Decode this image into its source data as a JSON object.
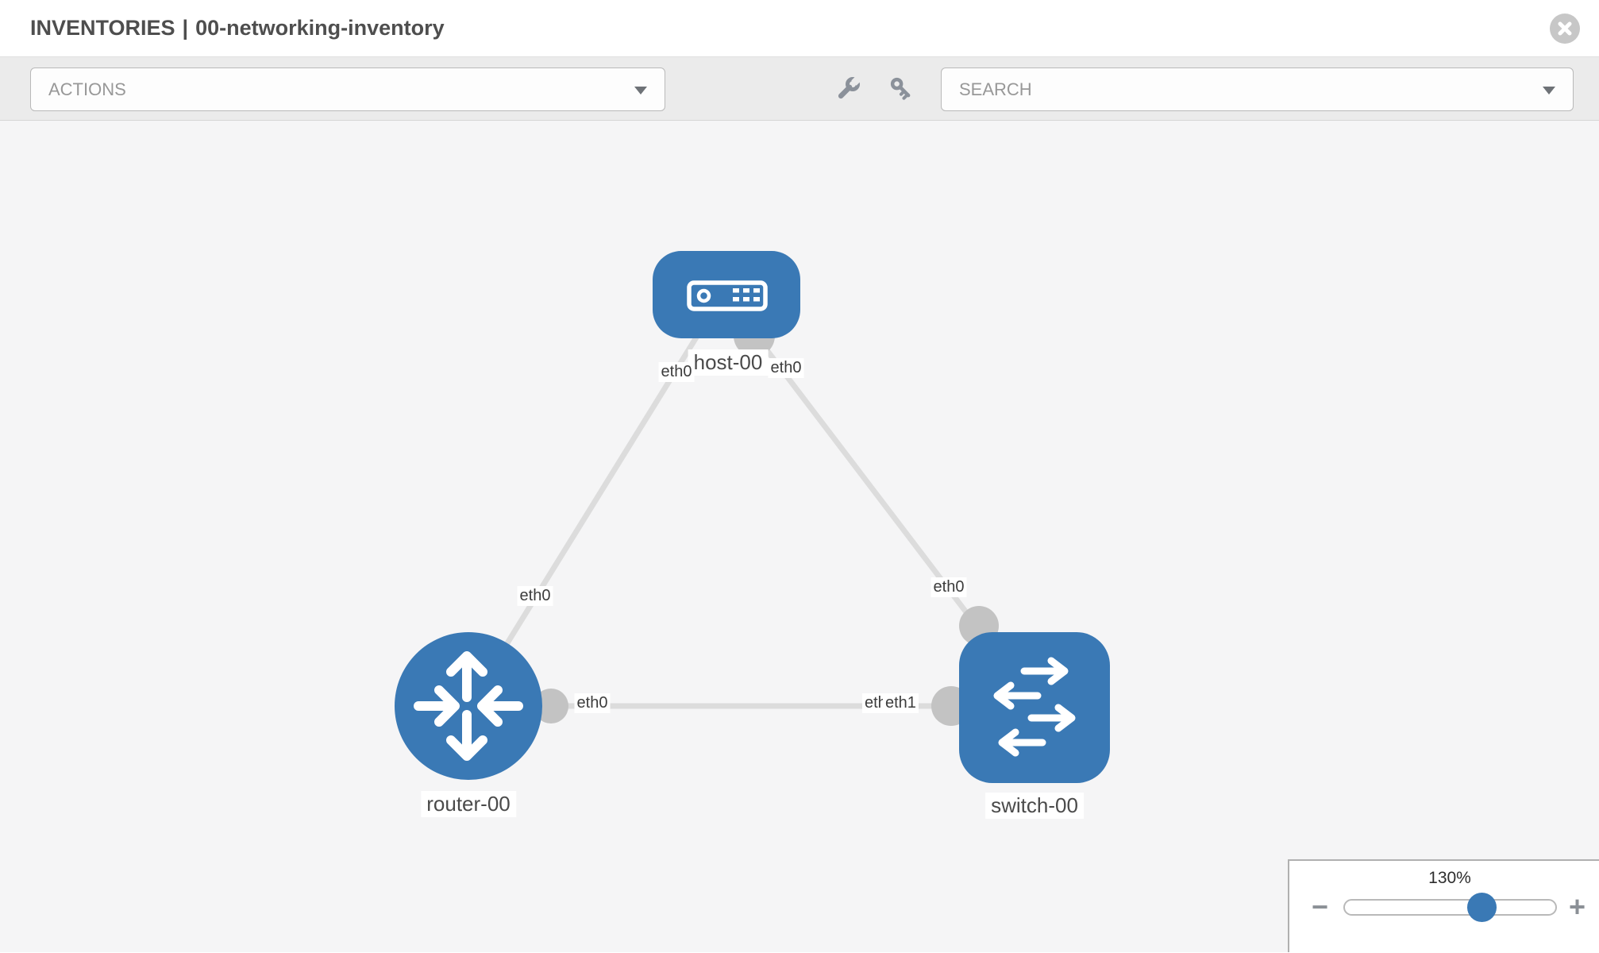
{
  "header": {
    "section": "INVENTORIES",
    "separator": "|",
    "inventory_name": "00-networking-inventory"
  },
  "toolbar": {
    "actions_label": "ACTIONS",
    "search_label": "SEARCH",
    "icons": [
      "wrench",
      "key"
    ]
  },
  "canvas": {
    "nodes": [
      {
        "id": "host-00",
        "type": "host",
        "label": "host-00"
      },
      {
        "id": "router-00",
        "type": "router",
        "label": "router-00"
      },
      {
        "id": "switch-00",
        "type": "switch",
        "label": "switch-00"
      }
    ],
    "links": [
      {
        "source": "router-00",
        "target": "host-00",
        "source_port": "eth0",
        "target_port": "eth0"
      },
      {
        "source": "host-00",
        "target": "switch-00",
        "source_port": "eth0",
        "target_port": "eth0"
      },
      {
        "source": "router-00",
        "target": "switch-00",
        "source_port": "eth0",
        "target_port": "eth1"
      }
    ],
    "port_labels": {
      "host_left": "eth0",
      "host_right": "eth0",
      "router_host_link": "eth0",
      "host_switch_link": "eth0",
      "router_right": "eth0",
      "switch_left_under": "eth0",
      "switch_left": "eth1"
    }
  },
  "zoom_panel": {
    "level": "130%",
    "minus": "−",
    "plus": "+"
  },
  "colors": {
    "node_blue": "#3a79b5",
    "link_gray": "#dcdcdc",
    "port_gray": "#c3c3c3",
    "toolbar_gray": "#ebebeb"
  }
}
